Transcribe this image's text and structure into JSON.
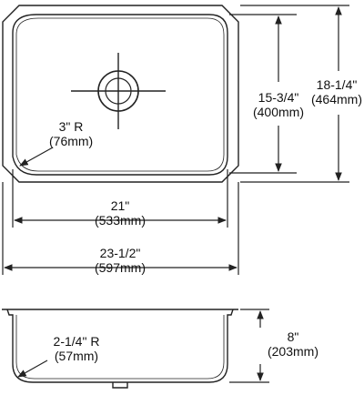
{
  "top_view": {
    "bowl_radius": {
      "imperial": "3\" R",
      "metric": "(76mm)"
    },
    "inner_width": {
      "imperial": "21\"",
      "metric": "(533mm)"
    },
    "outer_width": {
      "imperial": "23-1/2\"",
      "metric": "(597mm)"
    },
    "inner_depth": {
      "imperial": "15-3/4\"",
      "metric": "(400mm)"
    },
    "outer_depth": {
      "imperial": "18-1/4\"",
      "metric": "(464mm)"
    }
  },
  "side_view": {
    "corner_radius": {
      "imperial": "2-1/4\" R",
      "metric": "(57mm)"
    },
    "bowl_depth": {
      "imperial": "8\"",
      "metric": "(203mm)"
    }
  },
  "colors": {
    "line": "#222222",
    "background": "#ffffff"
  }
}
